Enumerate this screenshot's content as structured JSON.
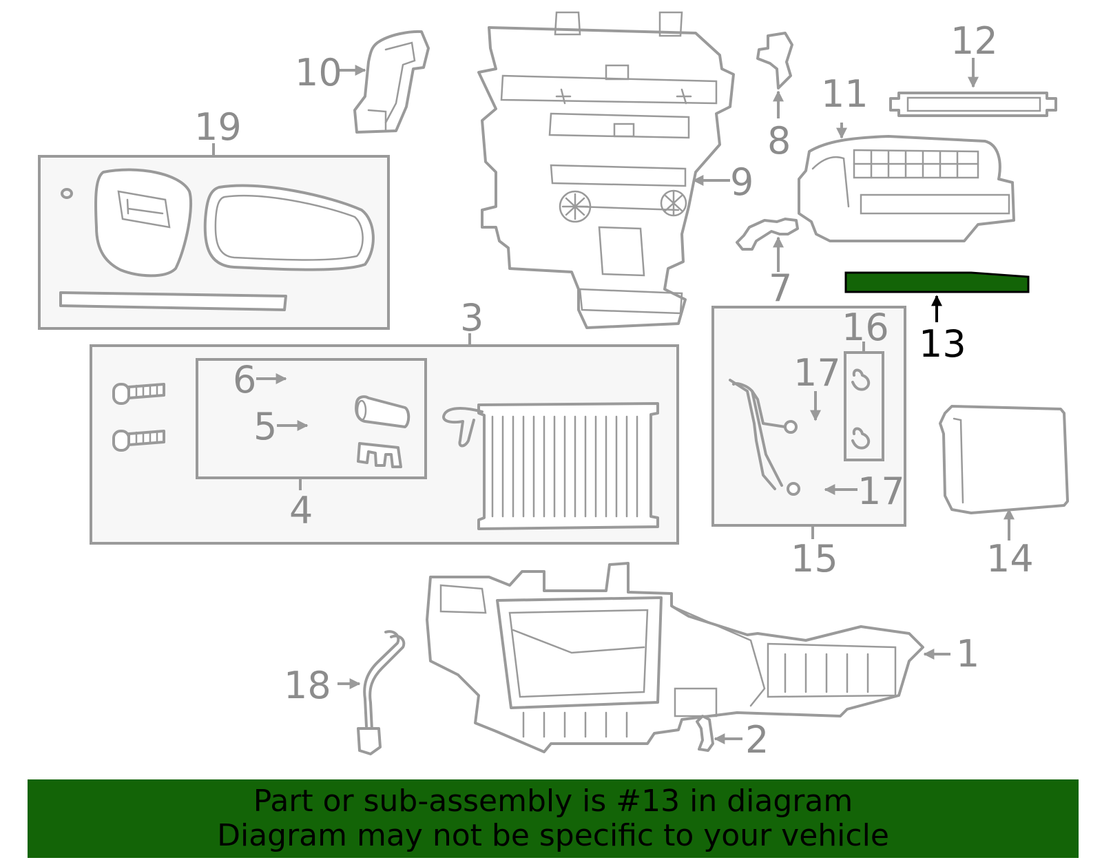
{
  "diagram": {
    "highlight_color": "#136407",
    "callout_color": "#8c8c8c",
    "callouts": {
      "c1": "1",
      "c2": "2",
      "c3": "3",
      "c4": "4",
      "c5": "5",
      "c6": "6",
      "c7": "7",
      "c8": "8",
      "c9": "9",
      "c10": "10",
      "c11": "11",
      "c12": "12",
      "c13": "13",
      "c14": "14",
      "c15": "15",
      "c16": "16",
      "c17a": "17",
      "c17b": "17",
      "c18": "18",
      "c19": "19"
    }
  },
  "banner": {
    "line1": "Part or sub-assembly is #13 in diagram",
    "line2": "Diagram may not be specific to your vehicle"
  }
}
